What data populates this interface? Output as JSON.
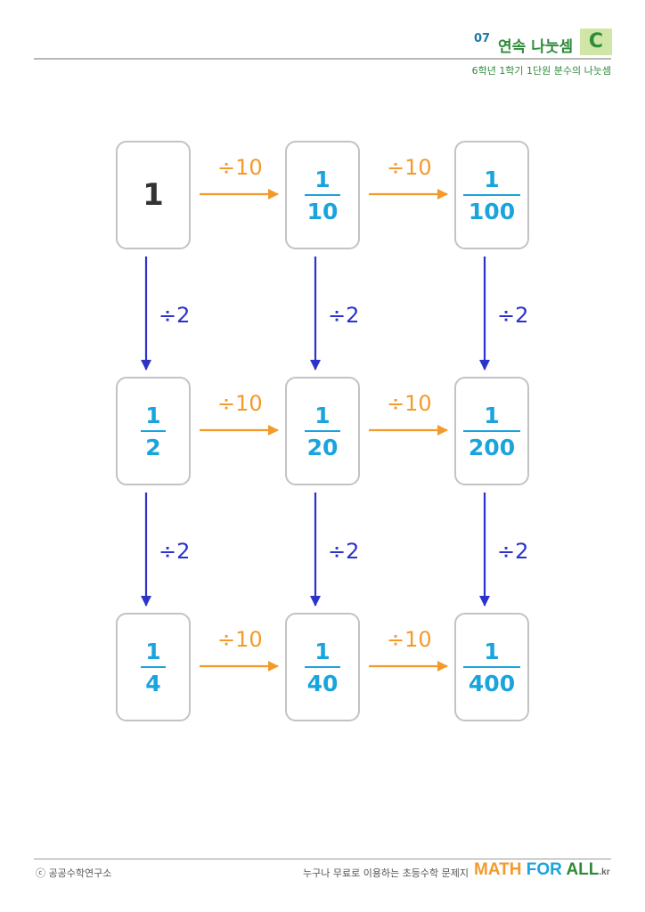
{
  "header": {
    "number": "07",
    "title": "연속 나눗셈",
    "level": "C",
    "subtitle": "6학년 1학기 1단원 분수의 나눗셈"
  },
  "grid": {
    "cells": [
      [
        {
          "whole": "1"
        },
        {
          "num": "1",
          "den": "10"
        },
        {
          "num": "1",
          "den": "100"
        }
      ],
      [
        {
          "num": "1",
          "den": "2"
        },
        {
          "num": "1",
          "den": "20"
        },
        {
          "num": "1",
          "den": "200"
        }
      ],
      [
        {
          "num": "1",
          "den": "4"
        },
        {
          "num": "1",
          "den": "40"
        },
        {
          "num": "1",
          "den": "400"
        }
      ]
    ],
    "horizontal_op": "÷10",
    "vertical_op": "÷2"
  },
  "colors": {
    "fraction": "#1aa4dd",
    "horizontal_arrow": "#f39a2b",
    "vertical_arrow": "#2b33c9",
    "box_border": "#c3c3c3"
  },
  "footer": {
    "copyright": "ⓒ 공공수학연구소",
    "tagline": "누구나 무료로 이용하는 초등수학 문제지",
    "brand_part1": "MATH",
    "brand_part2": "FOR",
    "brand_part3": "ALL",
    "brand_suffix": ".kr"
  }
}
